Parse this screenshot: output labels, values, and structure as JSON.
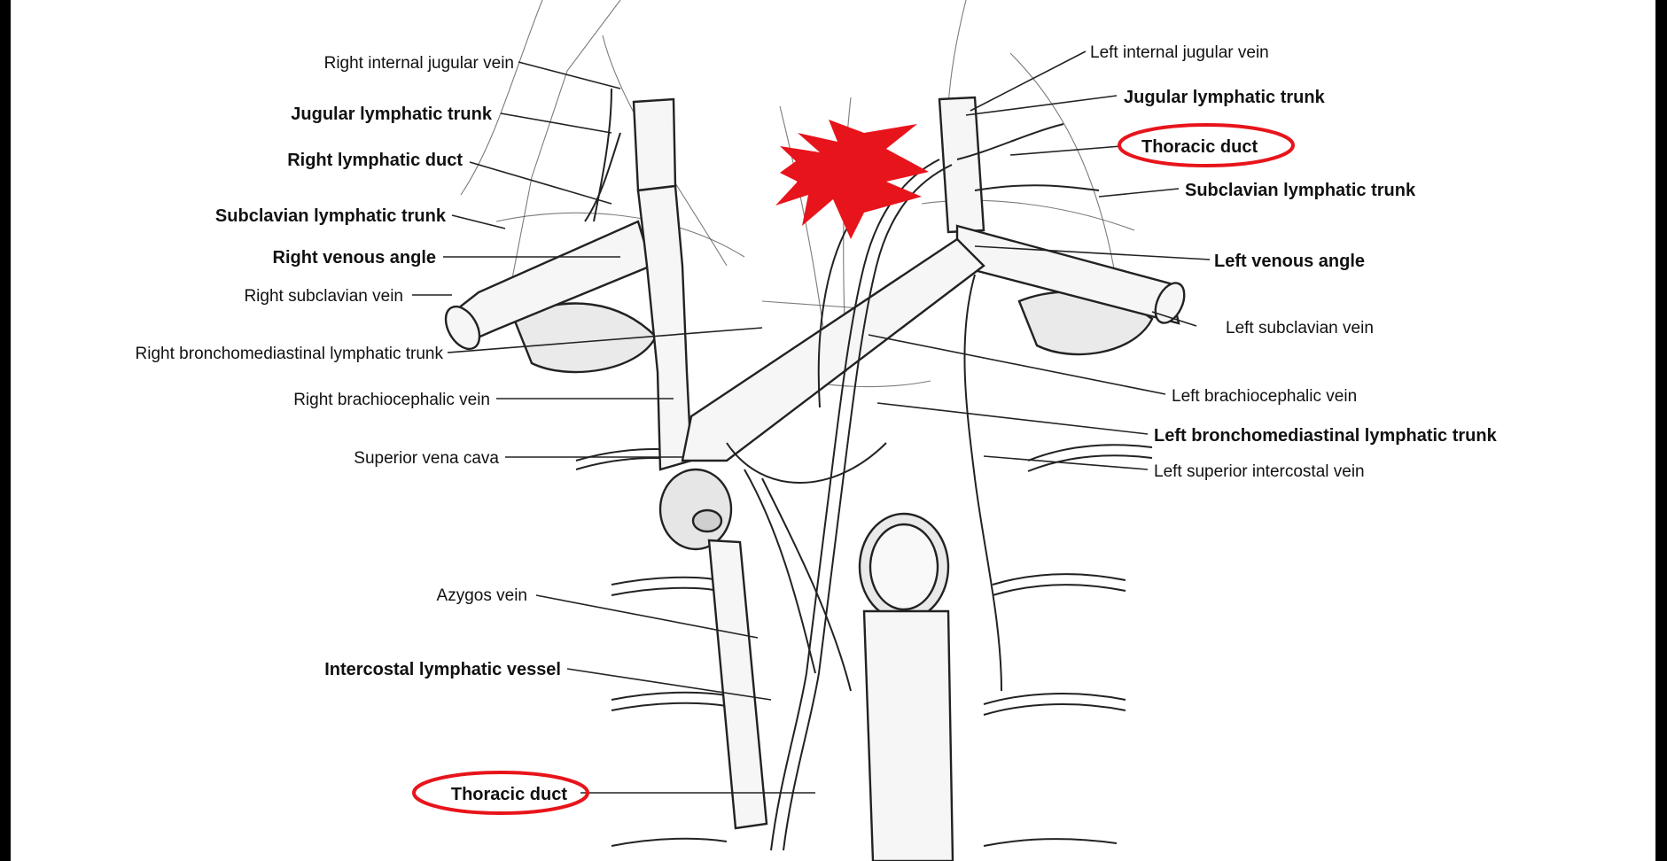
{
  "labels": {
    "right_internal_jugular_vein": "Right internal jugular vein",
    "right_jugular_lymphatic_trunk": "Jugular lymphatic trunk",
    "right_lymphatic_duct": "Right lymphatic duct",
    "right_subclavian_lymphatic_trunk": "Subclavian lymphatic trunk",
    "right_venous_angle": "Right venous angle",
    "right_subclavian_vein": "Right subclavian vein",
    "right_bronchomediastinal_trunk": "Right bronchomediastinal lymphatic trunk",
    "right_brachiocephalic_vein": "Right brachiocephalic vein",
    "superior_vena_cava": "Superior vena cava",
    "azygos_vein": "Azygos vein",
    "intercostal_lymphatic_vessel": "Intercostal lymphatic vessel",
    "thoracic_duct_lower": "Thoracic duct",
    "left_internal_jugular_vein": "Left internal jugular vein",
    "left_jugular_lymphatic_trunk": "Jugular lymphatic trunk",
    "thoracic_duct_upper": "Thoracic duct",
    "left_subclavian_lymphatic_trunk": "Subclavian lymphatic trunk",
    "left_venous_angle": "Left venous angle",
    "left_subclavian_vein": "Left subclavian vein",
    "left_brachiocephalic_vein": "Left brachiocephalic vein",
    "left_bronchomediastinal_trunk": "Left bronchomediastinal lymphatic trunk",
    "left_superior_intercostal_vein": "Left superior intercostal vein"
  },
  "colors": {
    "background": "#000000",
    "figure": "#ffffff",
    "highlight": "#e8141b"
  }
}
